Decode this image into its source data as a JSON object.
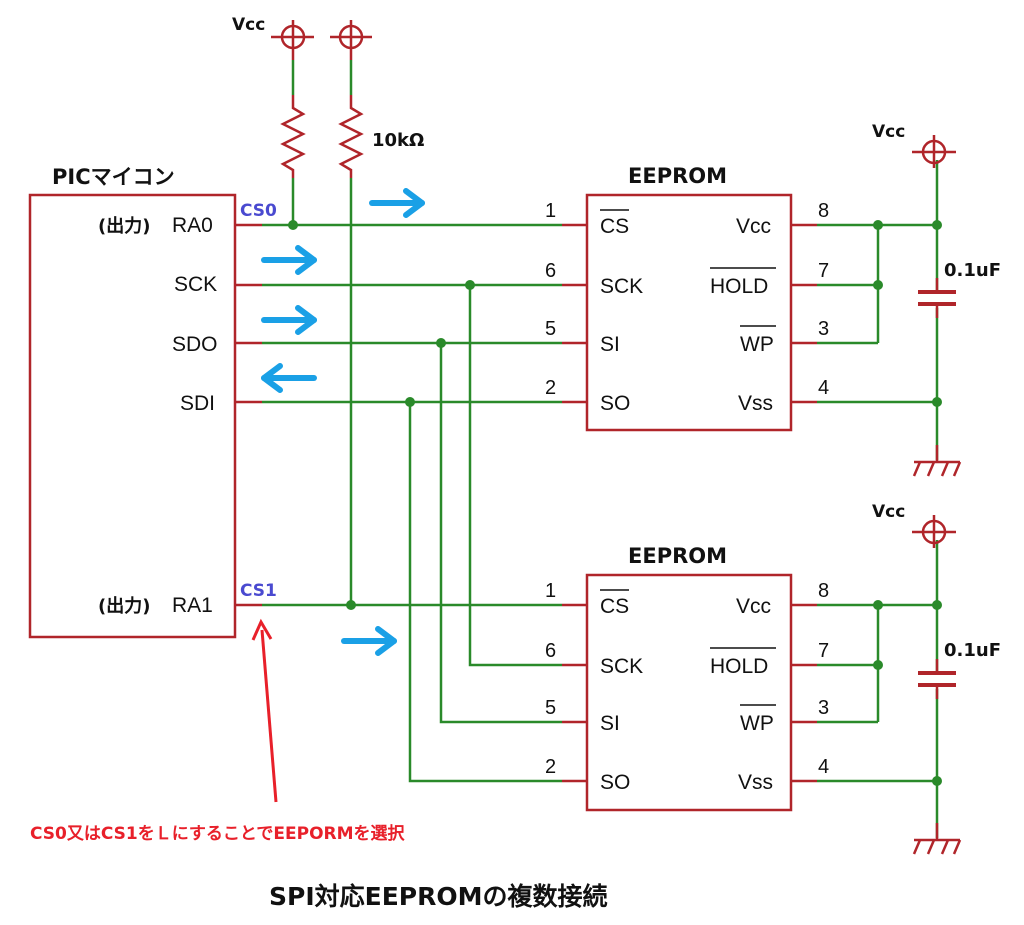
{
  "mcu": {
    "title": "PICマイコン",
    "pins": {
      "ra0_prefix": "(出力)",
      "ra0": "RA0",
      "sck": "SCK",
      "sdo": "SDO",
      "sdi": "SDI",
      "ra1_prefix": "(出力)",
      "ra1": "RA1"
    }
  },
  "nets": {
    "cs0": "CS0",
    "cs1": "CS1"
  },
  "pullup": {
    "vcc": "Vcc",
    "resistor": "10kΩ"
  },
  "eeprom": [
    {
      "title": "EEPROM",
      "left_pins": [
        {
          "num": "1",
          "name": "CS"
        },
        {
          "num": "6",
          "name": "SCK"
        },
        {
          "num": "5",
          "name": "SI"
        },
        {
          "num": "2",
          "name": "SO"
        }
      ],
      "right_pins": [
        {
          "num": "8",
          "name": "Vcc"
        },
        {
          "num": "7",
          "name": "HOLD"
        },
        {
          "num": "3",
          "name": "WP"
        },
        {
          "num": "4",
          "name": "Vss"
        }
      ],
      "vcc": "Vcc",
      "cap": "0.1uF"
    },
    {
      "title": "EEPROM",
      "left_pins": [
        {
          "num": "1",
          "name": "CS"
        },
        {
          "num": "6",
          "name": "SCK"
        },
        {
          "num": "5",
          "name": "SI"
        },
        {
          "num": "2",
          "name": "SO"
        }
      ],
      "right_pins": [
        {
          "num": "8",
          "name": "Vcc"
        },
        {
          "num": "7",
          "name": "HOLD"
        },
        {
          "num": "3",
          "name": "WP"
        },
        {
          "num": "4",
          "name": "Vss"
        }
      ],
      "vcc": "Vcc",
      "cap": "0.1uF"
    }
  ],
  "note": "CS0又はCS1をＬにすることでEEPORMを選択",
  "caption": "SPI対応EEPROMの複数接続",
  "colors": {
    "wire": "#2a8a2a",
    "component": "#b0252a",
    "arrow": "#1aa0e6",
    "net_label": "#4a4ad0",
    "note": "#e8202a"
  },
  "icons": [
    "vcc-symbol",
    "ground-symbol",
    "resistor",
    "capacitor",
    "junction-dot",
    "signal-arrow"
  ]
}
